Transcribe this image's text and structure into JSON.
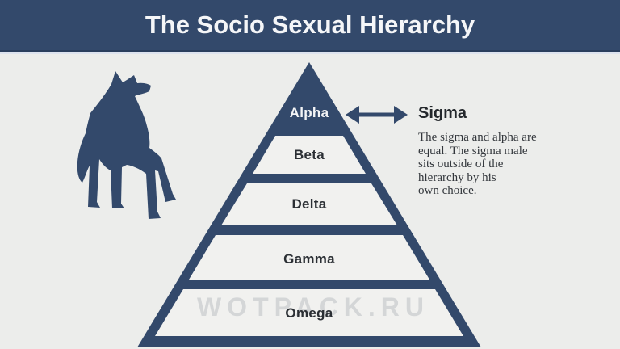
{
  "header": {
    "title": "The Socio Sexual Hierarchy"
  },
  "pyramid": {
    "levels": [
      {
        "label": "Alpha",
        "style": "dark"
      },
      {
        "label": "Beta",
        "style": "light"
      },
      {
        "label": "Delta",
        "style": "light"
      },
      {
        "label": "Gamma",
        "style": "light"
      },
      {
        "label": "Omega",
        "style": "light"
      }
    ]
  },
  "sigma": {
    "title": "Sigma",
    "description_lines": [
      "The sigma and alpha are",
      "equal. The sigma male",
      "sits outside of the",
      "hierarchy by his",
      "own choice."
    ]
  },
  "watermark": "WOTPACK.RU",
  "icons": {
    "wolf": "wolf-silhouette",
    "arrow": "double-headed-arrow"
  },
  "colors": {
    "accent_dark_blue": "#33496b",
    "background": "#ecedeb",
    "band_light": "#f1f1ef",
    "label_dark": "#2b2f34",
    "label_light": "#f3f4f6"
  }
}
